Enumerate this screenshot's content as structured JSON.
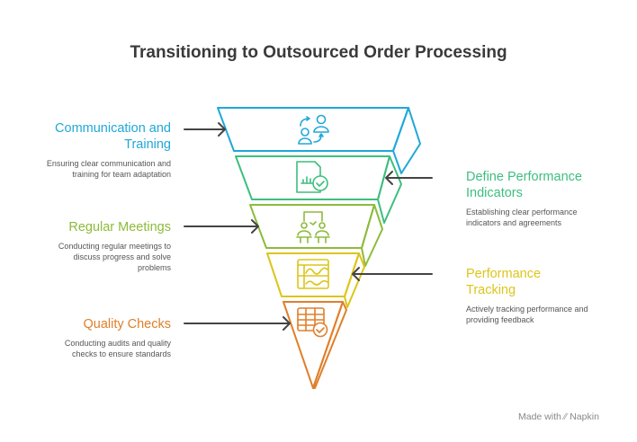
{
  "title": "Transitioning to Outsourced Order Processing",
  "layers": [
    {
      "title": "Communication and Training",
      "description": "Ensuring clear communication and training for team adaptation",
      "color": "#1FA8D8",
      "icon": "people-exchange-icon",
      "side": "left"
    },
    {
      "title": "Define Performance Indicators",
      "description": "Establishing clear performance indicators and agreements",
      "color": "#3DBE7F",
      "icon": "document-chart-check-icon",
      "side": "right"
    },
    {
      "title": "Regular Meetings",
      "description": "Conducting regular meetings to discuss progress and solve problems",
      "color": "#8DBB3A",
      "icon": "meeting-icon",
      "side": "left"
    },
    {
      "title": "Performance Tracking",
      "description": "Actively tracking performance and providing feedback",
      "color": "#DCC51A",
      "icon": "dashboard-chart-icon",
      "side": "right"
    },
    {
      "title": "Quality Checks",
      "description": "Conducting audits and quality checks to ensure standards",
      "color": "#E07F2A",
      "icon": "table-check-icon",
      "side": "left"
    }
  ],
  "footer": {
    "made_with": "Made with",
    "brand": "Napkin"
  }
}
